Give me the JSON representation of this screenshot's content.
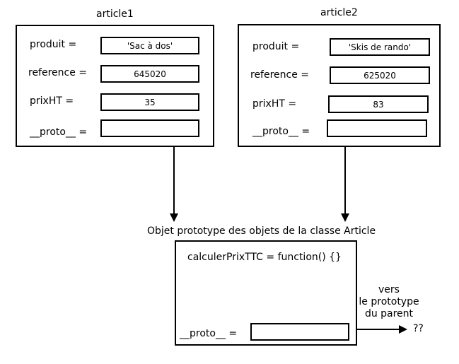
{
  "article1": {
    "title": "article1",
    "fields": [
      {
        "label": "produit =",
        "value": "'Sac à dos'"
      },
      {
        "label": "reference =",
        "value": "645020"
      },
      {
        "label": "prixHT =",
        "value": "35"
      },
      {
        "label": "__proto__ =",
        "value": ""
      }
    ]
  },
  "article2": {
    "title": "article2",
    "fields": [
      {
        "label": "produit =",
        "value": "'Skis de rando'"
      },
      {
        "label": "reference =",
        "value": "625020"
      },
      {
        "label": "prixHT =",
        "value": "83"
      },
      {
        "label": "__proto__ =",
        "value": ""
      }
    ]
  },
  "prototype": {
    "title": "Objet prototype des objets de la classe Article",
    "method": "calculerPrixTTC = function() {}",
    "proto_label": "__proto__ =",
    "proto_value": ""
  },
  "note": {
    "line1": "vers",
    "line2": "le prototype",
    "line3": "du parent",
    "target": "??"
  }
}
